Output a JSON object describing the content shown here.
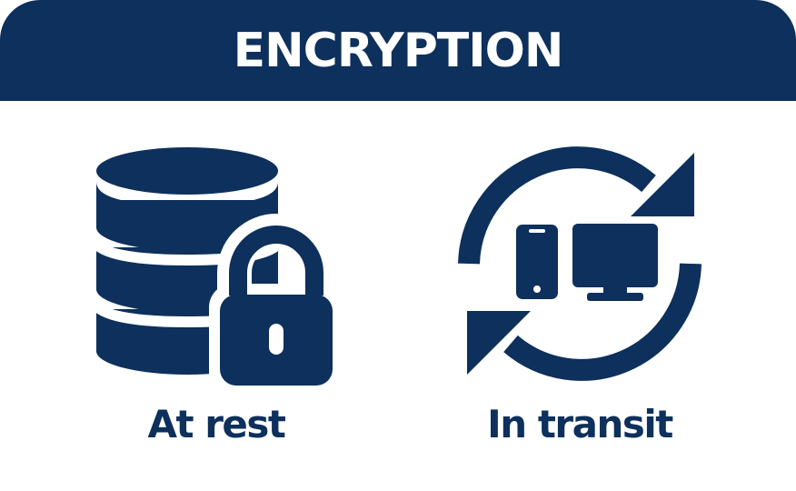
{
  "header": {
    "title": "ENCRYPTION"
  },
  "colors": {
    "primary": "#0d305c",
    "background": "#ffffff"
  },
  "panels": [
    {
      "label": "At rest",
      "icon": "database-lock-icon"
    },
    {
      "label": "In transit",
      "icon": "sync-devices-icon"
    }
  ]
}
